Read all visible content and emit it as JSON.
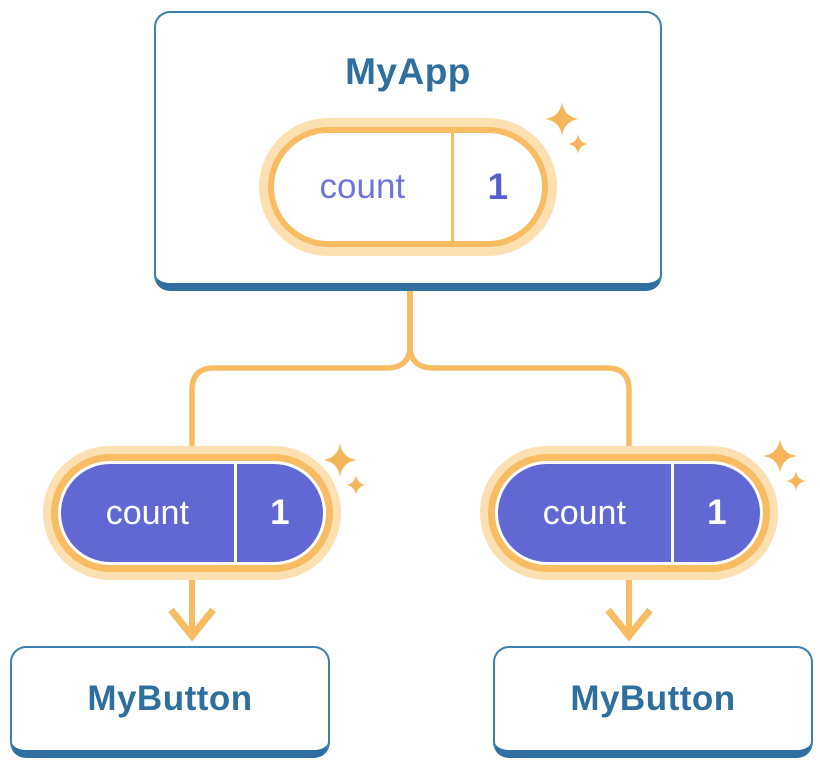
{
  "colors": {
    "card_border_blue": "#3F7FAB",
    "card_bottom_edge_blue": "#2F70A0",
    "title_text_blue": "#2F6F9E",
    "accent_orange": "#F8BC62",
    "accent_orange_light": "#FCE0B2",
    "state_pill_purple": "#6168D4",
    "state_label_purple": "#6F74DC",
    "state_value_purple": "#575DD1",
    "pill_background_white": "#FFFFFF"
  },
  "tree": {
    "root": {
      "title": "MyApp",
      "pill": {
        "label": "count",
        "value": "1"
      }
    },
    "children": [
      {
        "title": "MyButton",
        "pill": {
          "label": "count",
          "value": "1"
        }
      },
      {
        "title": "MyButton",
        "pill": {
          "label": "count",
          "value": "1"
        }
      }
    ]
  },
  "icons": {
    "sparkle": "sparkle-icon",
    "arrow_down": "arrow-down-icon"
  }
}
